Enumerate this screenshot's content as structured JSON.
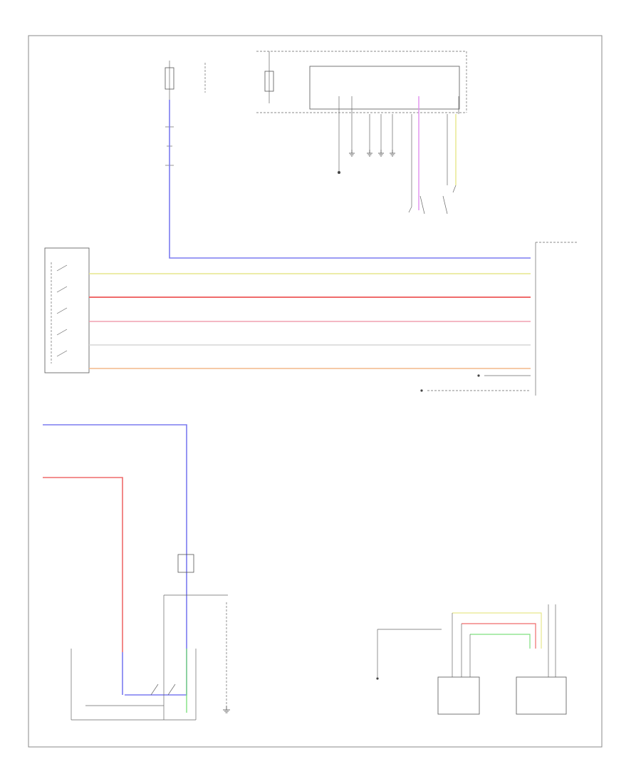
{
  "diagram": {
    "page_ref": "",
    "top_left": {
      "fuse_source": "",
      "fuse_label": "",
      "box_label": ""
    },
    "top_center": {
      "fuse_source": "",
      "fuse_label": "",
      "module_label": "",
      "module_box_label": "",
      "pins": [
        "",
        "",
        "",
        "",
        "",
        ""
      ]
    },
    "ground_labels": [
      "",
      "",
      ""
    ],
    "switch_left_label": "",
    "right_connector": {
      "pins": [
        "",
        "",
        "",
        "",
        "",
        "",
        ""
      ],
      "label": "",
      "sublabel": ""
    },
    "bottom_labels": {
      "seatbelt_assembly": "",
      "buckle_switch": "",
      "occupant_sensor": "",
      "ground_bottom": "",
      "pretensioner": "",
      "module_bottom_left": "",
      "module_bottom_right": "",
      "connector_top_right": ""
    },
    "wires": [
      {
        "name": "wire-blue-top",
        "color": "#7b7bf0"
      },
      {
        "name": "wire-yellow",
        "color": "#e6e68c"
      },
      {
        "name": "wire-red",
        "color": "#ef6b6b"
      },
      {
        "name": "wire-pink",
        "color": "#f0a0b0"
      },
      {
        "name": "wire-white",
        "color": "#d6d6d6"
      },
      {
        "name": "wire-orange",
        "color": "#f3b98a"
      },
      {
        "name": "wire-violet",
        "color": "#e08ef0"
      },
      {
        "name": "wire-green",
        "color": "#7fe07f"
      }
    ],
    "icons": [
      "ground-symbol-icon",
      "switch-contact-icon",
      "connector-pin-icon"
    ]
  }
}
